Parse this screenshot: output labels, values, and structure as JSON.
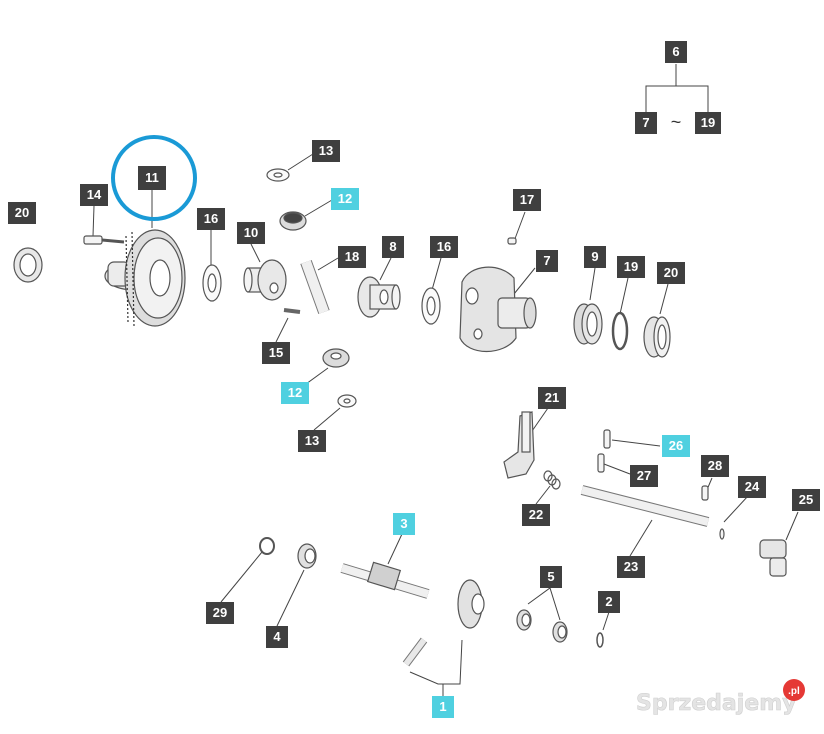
{
  "colors": {
    "label_dark": "#3f3f3f",
    "label_cyan": "#4fd0e0",
    "label_text": "#ffffff",
    "highlight_circle": "#1a9ad6",
    "part_stroke": "#555555",
    "watermark": "#e4e4e4",
    "watermark_badge": "#e53935"
  },
  "labels": [
    {
      "id": "l6",
      "text": "6",
      "style": "dark"
    },
    {
      "id": "l7a",
      "text": "7",
      "style": "dark"
    },
    {
      "id": "l19a",
      "text": "19",
      "style": "dark"
    },
    {
      "id": "tilde",
      "text": "~",
      "style": "plain"
    },
    {
      "id": "l11",
      "text": "11",
      "style": "dark"
    },
    {
      "id": "l13a",
      "text": "13",
      "style": "dark"
    },
    {
      "id": "l12a",
      "text": "12",
      "style": "cyan"
    },
    {
      "id": "l20a",
      "text": "20",
      "style": "dark"
    },
    {
      "id": "l14",
      "text": "14",
      "style": "dark"
    },
    {
      "id": "l16a",
      "text": "16",
      "style": "dark"
    },
    {
      "id": "l10",
      "text": "10",
      "style": "dark"
    },
    {
      "id": "l18",
      "text": "18",
      "style": "dark"
    },
    {
      "id": "l8",
      "text": "8",
      "style": "dark"
    },
    {
      "id": "l16b",
      "text": "16",
      "style": "dark"
    },
    {
      "id": "l17",
      "text": "17",
      "style": "dark"
    },
    {
      "id": "l7b",
      "text": "7",
      "style": "dark"
    },
    {
      "id": "l9",
      "text": "9",
      "style": "dark"
    },
    {
      "id": "l19b",
      "text": "19",
      "style": "dark"
    },
    {
      "id": "l20b",
      "text": "20",
      "style": "dark"
    },
    {
      "id": "l15",
      "text": "15",
      "style": "dark"
    },
    {
      "id": "l12b",
      "text": "12",
      "style": "cyan"
    },
    {
      "id": "l13b",
      "text": "13",
      "style": "dark"
    },
    {
      "id": "l21",
      "text": "21",
      "style": "dark"
    },
    {
      "id": "l26",
      "text": "26",
      "style": "cyan"
    },
    {
      "id": "l27",
      "text": "27",
      "style": "dark"
    },
    {
      "id": "l28",
      "text": "28",
      "style": "dark"
    },
    {
      "id": "l24",
      "text": "24",
      "style": "dark"
    },
    {
      "id": "l22",
      "text": "22",
      "style": "dark"
    },
    {
      "id": "l25",
      "text": "25",
      "style": "dark"
    },
    {
      "id": "l23",
      "text": "23",
      "style": "dark"
    },
    {
      "id": "l3",
      "text": "3",
      "style": "cyan"
    },
    {
      "id": "l5",
      "text": "5",
      "style": "dark"
    },
    {
      "id": "l29",
      "text": "29",
      "style": "dark"
    },
    {
      "id": "l4",
      "text": "4",
      "style": "dark"
    },
    {
      "id": "l2",
      "text": "2",
      "style": "dark"
    },
    {
      "id": "l1",
      "text": "1",
      "style": "cyan"
    }
  ],
  "watermark": {
    "text": "Sprzedajemy",
    "badge": ".pl"
  }
}
